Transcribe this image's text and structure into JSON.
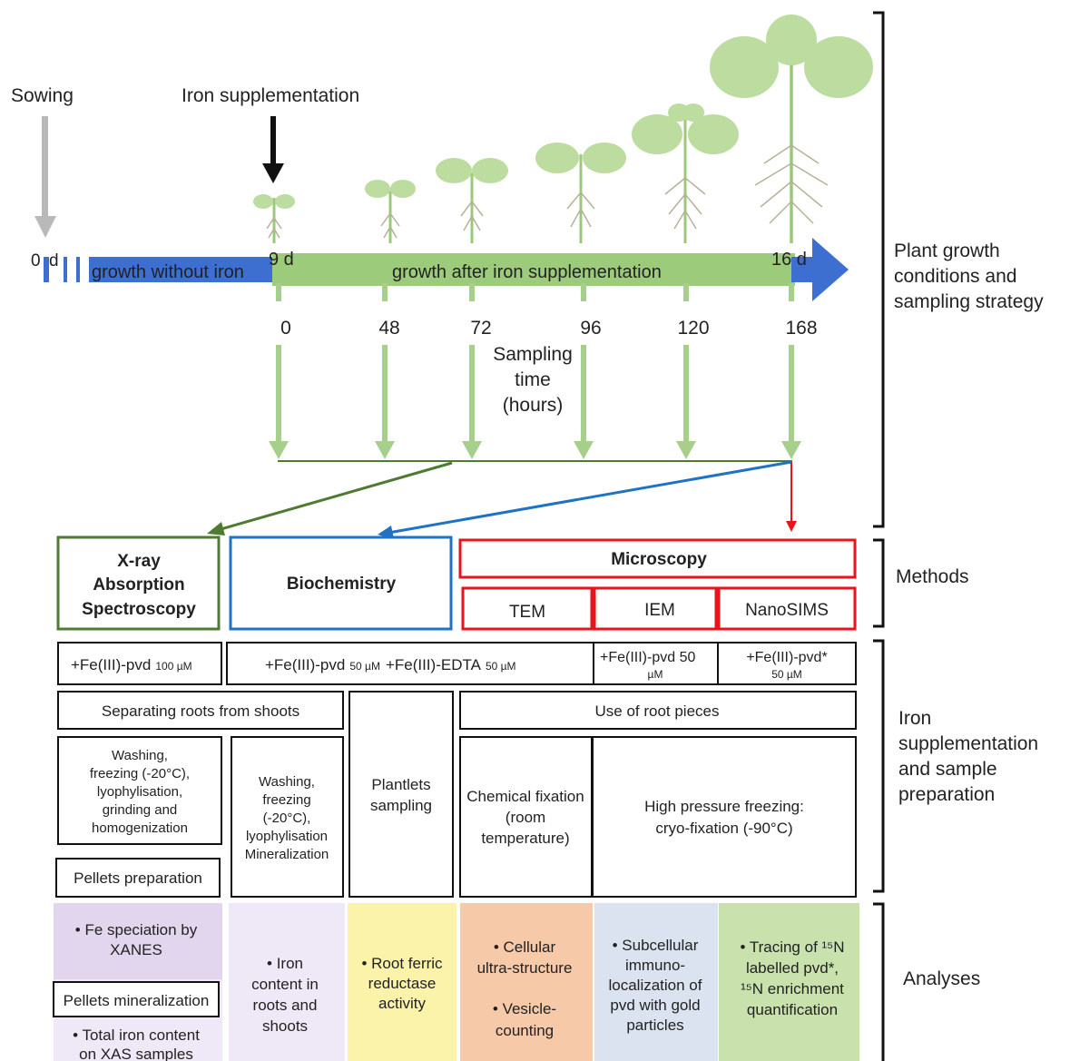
{
  "timeline": {
    "sowing_label": "Sowing",
    "iron_supp_label": "Iron supplementation",
    "day0": "0",
    "day0_unit": "d",
    "day9": "9 d",
    "day16": "16 d",
    "phase1": "growth without iron",
    "phase2": "growth after iron supplementation",
    "sampling_times": [
      "0",
      "48",
      "72",
      "96",
      "120",
      "168"
    ],
    "sampling_caption": [
      "Sampling",
      "time",
      "(hours)"
    ]
  },
  "side_labels": {
    "growth": [
      "Plant growth",
      "conditions and",
      "sampling strategy"
    ],
    "methods": "Methods",
    "iron_prep": [
      "Iron",
      "supplementation",
      "and sample",
      "preparation"
    ],
    "analyses": "Analyses"
  },
  "methods": {
    "xas": [
      "X-ray",
      "Absorption",
      "Spectroscopy"
    ],
    "biochem": "Biochemistry",
    "microscopy": "Microscopy",
    "tem": "TEM",
    "iem": "IEM",
    "nanosims": "NanoSIMS"
  },
  "supplementation": {
    "xas": "+Fe(III)-pvd",
    "xas_conc": "100 µM",
    "biochem": "+Fe(III)-pvd",
    "biochem_conc": "50 µM",
    "biochem2": "+Fe(III)-EDTA",
    "biochem2_conc": "50 µM",
    "iem": "+Fe(III)-pvd 50",
    "iem_conc": "µM",
    "nano": "+Fe(III)-pvd*",
    "nano_conc": "50 µM"
  },
  "preparation": {
    "separating": "Separating roots from shoots",
    "root_pieces": "Use of root pieces",
    "xas_wash": [
      "Washing,",
      "freezing (-20°C),",
      "lyophylisation,",
      "grinding and",
      "homogenization"
    ],
    "pellets_prep": "Pellets preparation",
    "bio_wash": [
      "Washing,",
      "freezing",
      "(-20°C),",
      "lyophylisation",
      "Mineralization"
    ],
    "plantlets": [
      "Plantlets",
      "sampling"
    ],
    "chem_fix": [
      "Chemical fixation",
      "(room",
      "temperature)"
    ],
    "hpf": [
      "High pressure freezing:",
      "cryo-fixation (-90°C)"
    ]
  },
  "analyses": {
    "xanes": [
      "• Fe speciation by",
      "XANES"
    ],
    "pellets_min": "Pellets mineralization",
    "total_iron": [
      "• Total iron content",
      "on XAS samples"
    ],
    "iron_content": [
      "• Iron",
      "content in",
      "roots and",
      "shoots"
    ],
    "ferric": [
      "• Root ferric",
      "reductase",
      "activity"
    ],
    "cellular": [
      "• Cellular",
      "ultra-structure"
    ],
    "vesicle": [
      "• Vesicle-",
      "counting"
    ],
    "subcellular": [
      "• Subcellular",
      "immuno-",
      "localization of",
      "pvd with gold",
      "particles"
    ],
    "tracing": [
      "• Tracing of ¹⁵N",
      "labelled pvd*,",
      "¹⁵N enrichment",
      "quantification"
    ]
  },
  "colors": {
    "blue_bar": "#3c6fd0",
    "green_bar": "#9ccb7c",
    "arrow_green": "#a6cf8c",
    "xas_border": "#4f7a31",
    "biochem_border": "#1f72c4",
    "micro_border": "#e8131b",
    "plant_leaf": "#bcdca0",
    "bg_xas": "#e1d6ee",
    "bg_bio": "#efe8f6",
    "bg_ferric": "#faf3a9",
    "bg_cell": "#f6c9a8",
    "bg_sub": "#dbe3f1",
    "bg_trace": "#c9e1ad"
  }
}
